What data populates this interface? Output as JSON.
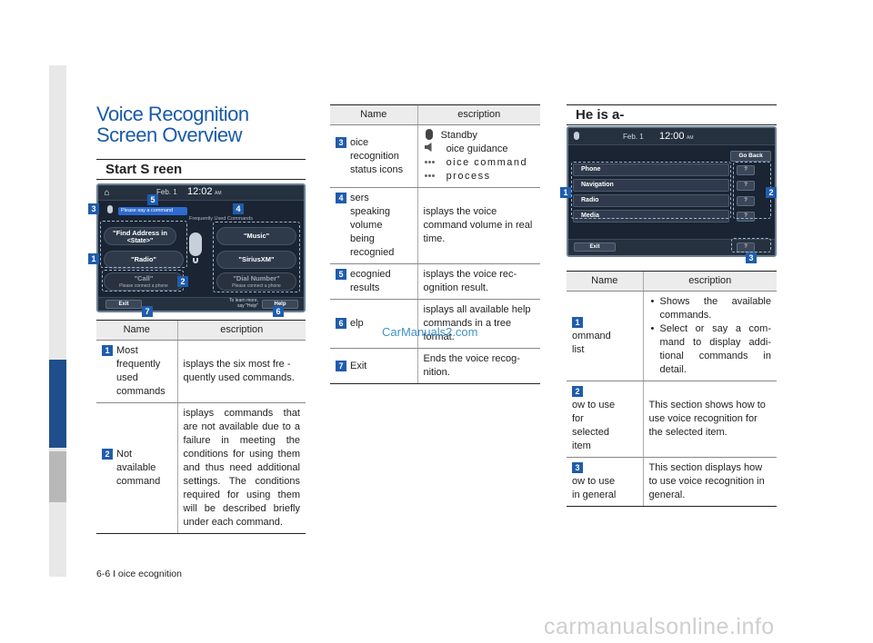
{
  "page": {
    "title": "Voice Recognition Screen Overview",
    "footer": "6-6 I   oice    ecognition",
    "watermark": "CarManuals2.com",
    "site": "carmanualsonline.info"
  },
  "start_screen": {
    "heading": "Start S  reen",
    "screen": {
      "date": "Feb.   1",
      "time": "12:02",
      "ampm": "AM",
      "prompt": "Please say a command",
      "frequent_label": "Frequently Used Commands",
      "buttons": {
        "find_address": "\"Find Address in",
        "find_address_sub": "<State>\"",
        "music": "\"Music\"",
        "radio": "\"Radio\"",
        "siriusxm": "\"SiriusXM\"",
        "call": "\"Call\"",
        "call_sub": "Please connect a phone",
        "dial": "\"Dial Number\"",
        "dial_sub": "Please connect a phone"
      },
      "exit": "Exit",
      "help": "Help",
      "learn_more_1": "To learn more,",
      "learn_more_2": "say \"Help\""
    },
    "callouts": [
      "1",
      "2",
      "3",
      "4",
      "5",
      "6",
      "7"
    ],
    "table": {
      "headers": [
        "Name",
        "escription"
      ],
      "rows": [
        {
          "num": "1",
          "name": "Most frequently used commands",
          "desc": "isplays the six most fre  -quently used commands."
        },
        {
          "num": "2",
          "name": "Not available command",
          "desc": "isplays commands that are not available due to a failure in meeting the conditions for using them and thus need additional settings. The conditions required for using them will be described briefly under each command."
        }
      ]
    }
  },
  "middle_table": {
    "headers": [
      "Name",
      "escription"
    ],
    "rows": [
      {
        "num": "3",
        "name": "oice recognition status icons",
        "desc_items": [
          "Standby",
          "oice guidance",
          "oice command process"
        ]
      },
      {
        "num": "4",
        "name": "sers speaking volume being recognied",
        "desc": "isplays the voice command volume in real time."
      },
      {
        "num": "5",
        "name": "ecognied results",
        "desc": "isplays the voice rec-ognition result."
      },
      {
        "num": "6",
        "name": "elp",
        "desc": "isplays all available help commands in a tree format."
      },
      {
        "num": "7",
        "name": "Exit",
        "desc": "Ends the voice recog-nition."
      }
    ]
  },
  "help_screen": {
    "heading": "He      is  a-",
    "screen": {
      "date": "Feb.   1",
      "time": "12:00",
      "ampm": "AM",
      "go_back": "Go Back",
      "rows": [
        "Phone",
        "Navigation",
        "Radio",
        "Media"
      ],
      "q_label": "?",
      "exit": "Exit"
    },
    "callouts": [
      "1",
      "2",
      "3"
    ],
    "table": {
      "headers": [
        "Name",
        "escription"
      ],
      "rows": [
        {
          "num": "1",
          "name": "ommand list",
          "bullets": [
            "Shows the available commands.",
            "Select or say a com-mand to display addi-tional commands in detail."
          ]
        },
        {
          "num": "2",
          "name": "ow to use for selected item",
          "desc": "This section shows how to use voice recognition for the selected item."
        },
        {
          "num": "3",
          "name": "ow to use in general",
          "desc": "This section displays how to use voice recognition in general."
        }
      ]
    }
  }
}
